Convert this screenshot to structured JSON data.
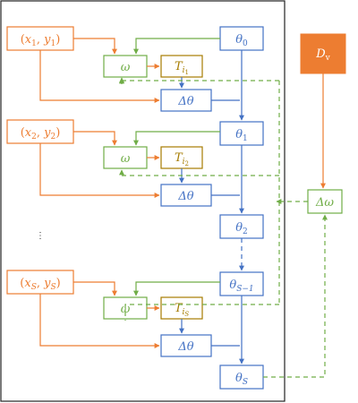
{
  "colors": {
    "orange": "#ED7D31",
    "blue": "#4472C4",
    "green": "#70AD47",
    "brown": "#A67C00",
    "frame": "#222222",
    "dv_fill": "#ED7D31",
    "dv_text": "#ffffff"
  },
  "nodes": {
    "x1y1": {
      "a": "(",
      "x": "x",
      "xs": "1",
      "c": ", ",
      "y": "y",
      "ys": "1",
      "b": ")"
    },
    "x2y2": {
      "a": "(",
      "x": "x",
      "xs": "2",
      "c": ", ",
      "y": "y",
      "ys": "2",
      "b": ")"
    },
    "xSyS": {
      "a": "(",
      "x": "x",
      "xs": "S",
      "c": ", ",
      "y": "y",
      "ys": "S",
      "b": ")"
    },
    "omega": "ω",
    "T": {
      "base": "T",
      "sub": "i",
      "subsub": [
        "1",
        "2",
        "S"
      ]
    },
    "delta_theta": "Δθ",
    "theta": {
      "base": "θ",
      "subs": [
        "0",
        "1",
        "2",
        "S−1",
        "S"
      ]
    },
    "Dv": {
      "base": "D",
      "sub": "v"
    },
    "delta_omega": "Δω",
    "ellipsis": "⋮"
  }
}
